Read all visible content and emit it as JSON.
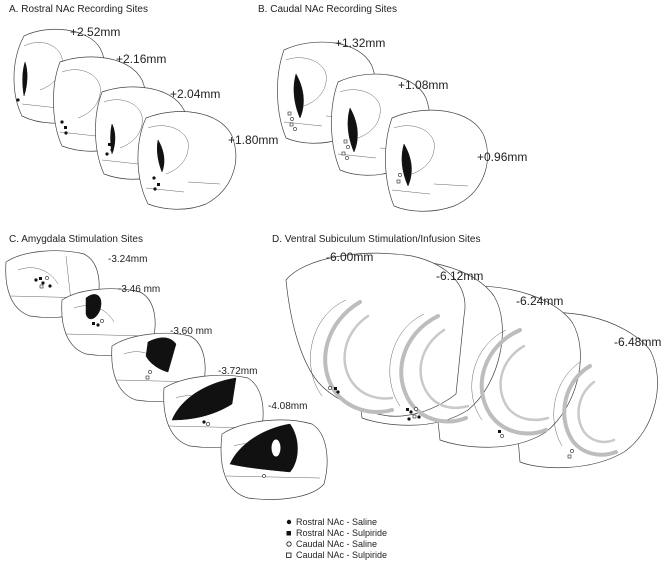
{
  "panels": {
    "a": {
      "title": "A. Rostral NAc Recording Sites",
      "levels": [
        "+2.52mm",
        "+2.16mm",
        "+2.04mm",
        "+1.80mm"
      ]
    },
    "b": {
      "title": "B. Caudal NAc Recording Sites",
      "levels": [
        "+1.32mm",
        "+1.08mm",
        "+0.96mm"
      ]
    },
    "c": {
      "title": "C. Amygdala Stimulation Sites",
      "levels": [
        "-3.24mm",
        "-3.46 mm",
        "-3.60 mm",
        "-3.72mm",
        "-4.08mm"
      ]
    },
    "d": {
      "title": "D. Ventral Subiculum Stimulation/Infusion Sites",
      "levels": [
        "-6.00mm",
        "-6.12mm",
        "-6.24mm",
        "-6.48mm"
      ]
    }
  },
  "legend": [
    {
      "label": "Rostral NAc - Saline",
      "marker": "filled-circle"
    },
    {
      "label": "Rostral NAc - Sulpiride",
      "marker": "filled-square"
    },
    {
      "label": "Caudal NAc - Saline",
      "marker": "open-circle"
    },
    {
      "label": "Caudal NAc - Sulpiride",
      "marker": "open-square"
    }
  ]
}
